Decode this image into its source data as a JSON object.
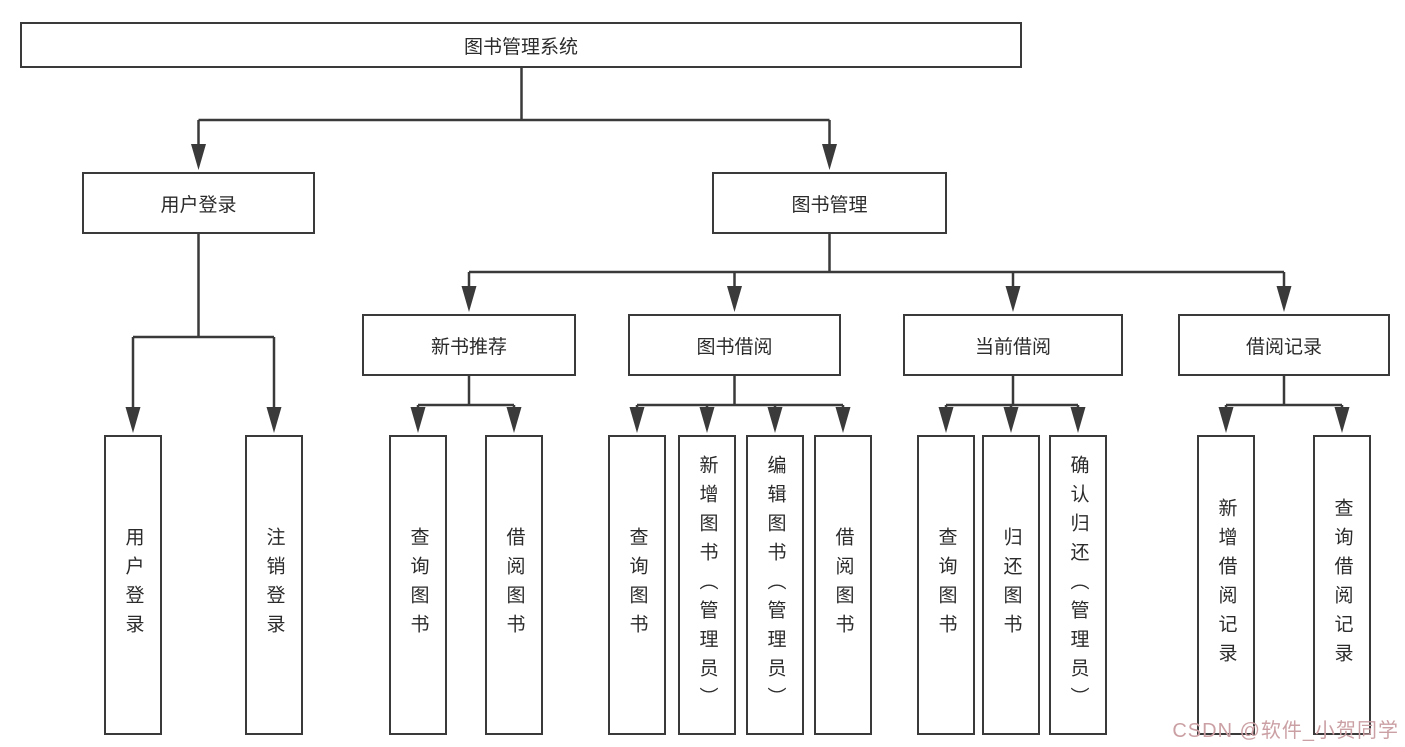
{
  "diagram": {
    "type": "hierarchy-tree",
    "colors": {
      "line": "#3a3a3a",
      "text": "#2b2b2b",
      "background": "#ffffff",
      "watermark": "#cba0a4"
    },
    "nodes": {
      "root": "图书管理系统",
      "user_login": "用户登录",
      "book_management": "图书管理",
      "new_book_recommend": "新书推荐",
      "book_borrowing": "图书借阅",
      "current_borrowing": "当前借阅",
      "borrowing_records": "借阅记录"
    },
    "leaves": {
      "user_login": [
        "用户登录",
        "注销登录"
      ],
      "new_book_recommend": [
        "查询图书",
        "借阅图书"
      ],
      "book_borrowing": [
        "查询图书",
        "新增图书（管理员）",
        "编辑图书（管理员）",
        "借阅图书"
      ],
      "current_borrowing": [
        "查询图书",
        "归还图书",
        "确认归还（管理员）"
      ],
      "borrowing_records": [
        "新增借阅记录",
        "查询借阅记录"
      ]
    },
    "watermark": "CSDN @软件_小贺同学"
  }
}
